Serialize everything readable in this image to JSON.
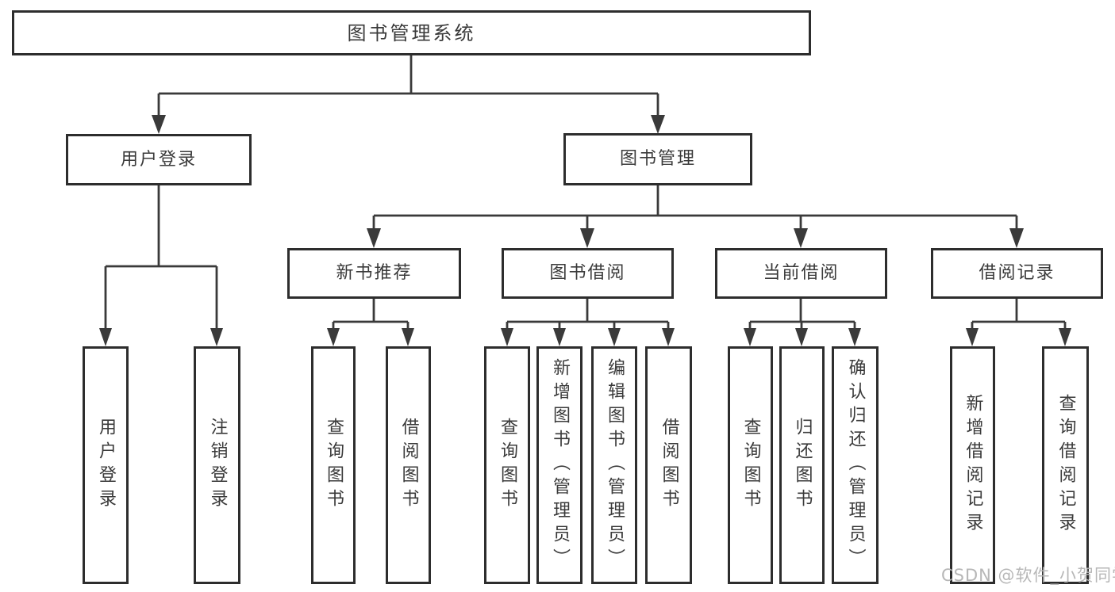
{
  "nodes": {
    "root": "图书管理系统",
    "user_login": "用户登录",
    "book_management": "图书管理",
    "new_book_recommend": "新书推荐",
    "book_borrowing": "图书借阅",
    "current_borrowing": "当前借阅",
    "borrowing_records": "借阅记录",
    "user_login_children": [
      "用户登录",
      "注销登录"
    ],
    "new_book_children": [
      "查询图书",
      "借阅图书"
    ],
    "book_borrowing_children": [
      "查询图书",
      "新增图书（管理员）",
      "编辑图书（管理员）",
      "借阅图书"
    ],
    "current_borrowing_children": [
      "查询图书",
      "归还图书",
      "确认归还（管理员）"
    ],
    "borrowing_records_children": [
      "新增借阅记录",
      "查询借阅记录"
    ]
  },
  "watermark": "CSDN @软件_小贺同学",
  "colors": {
    "line": "#3a3a3a",
    "box_border": "#2d2d2d",
    "text": "#3a3a3a",
    "watermark": "#b7b7b7",
    "background": "#ffffff"
  }
}
